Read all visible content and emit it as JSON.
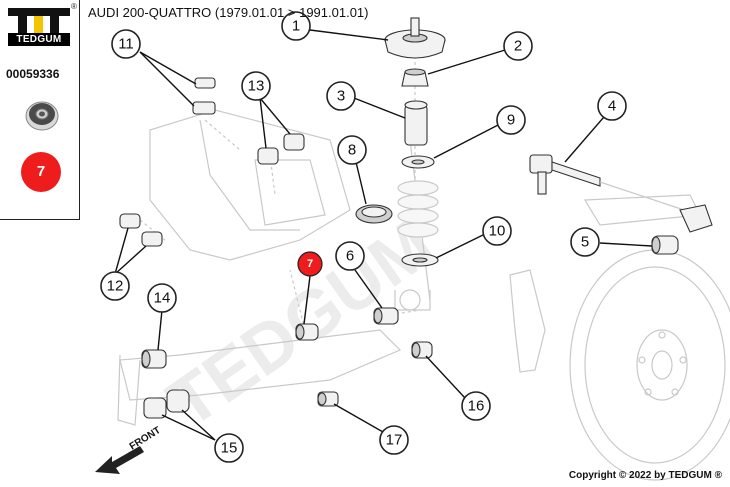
{
  "brand": {
    "name": "TEDGUM",
    "reg_mark": "®",
    "part_number": "00059336"
  },
  "highlight": {
    "label": "7",
    "color": "#ee1c1c"
  },
  "title": "AUDI 200-QUATTRO (1979.01.01 > 1991.01.01)",
  "watermark": "TEDGUM",
  "front_label": "FRONT",
  "copyright": "Copyright © 2022 by TEDGUM ®",
  "callouts": {
    "c1": "1",
    "c2": "2",
    "c3": "3",
    "c4": "4",
    "c5": "5",
    "c6": "6",
    "c7": "7",
    "c8": "8",
    "c9": "9",
    "c10": "10",
    "c11": "11",
    "c12": "12",
    "c13": "13",
    "c14": "14",
    "c15": "15",
    "c16": "16",
    "c17": "17"
  }
}
